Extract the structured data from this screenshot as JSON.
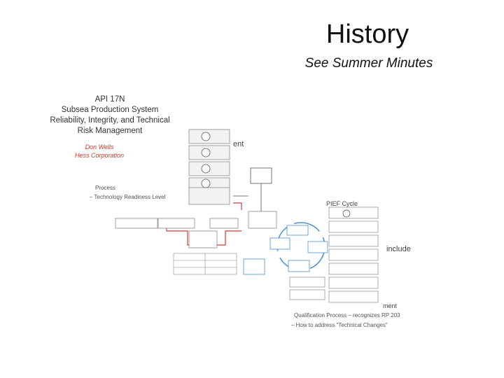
{
  "slide": {
    "title": "History",
    "subtitle": "See Summer Minutes"
  },
  "collage": {
    "api_slide": {
      "title_lines": [
        "API 17N",
        "Subsea Production System",
        "Reliability, Integrity, and Technical",
        "Risk Management"
      ],
      "author_lines": [
        "Don Wells",
        "Hess Corporation"
      ],
      "fragment_process": "Process",
      "fragment_trl": "– Technology Readiness Level"
    },
    "fragments": {
      "ent": "ent",
      "cycle": "PIEF Cycle",
      "include": "include",
      "ment": "ment",
      "qual": "Qualification Process – recognizes RP 203",
      "tech_changes": "– How to address \"Technical Changes\""
    },
    "colors": {
      "diagram_border": "#8a8a8a",
      "highlight": "#d23a3a",
      "cycle_blue": "#4a8fd0",
      "box_fill": "#f2f2f2"
    }
  }
}
